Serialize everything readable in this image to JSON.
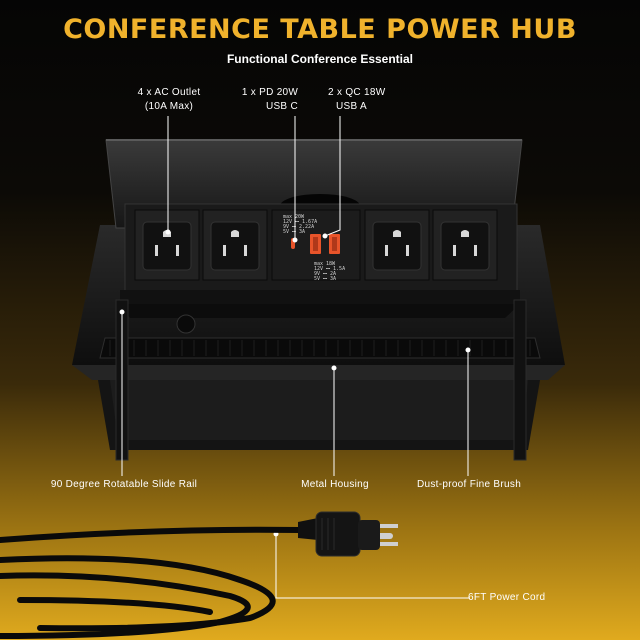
{
  "header": {
    "title": "CONFERENCE TABLE POWER HUB",
    "subtitle": "Functional Conference Essential"
  },
  "callouts": {
    "ac_outlet_line1": "4 x AC Outlet",
    "ac_outlet_line2": "(10A Max)",
    "pd_line1": "1 x PD 20W",
    "pd_line2": "USB C",
    "qc_line1": "2 x QC 18W",
    "qc_line2": "USB A",
    "slide_rail": "90 Degree Rotatable Slide Rail",
    "housing": "Metal Housing",
    "brush": "Dust-proof Fine Brush",
    "power_cord": "6FT Power Cord"
  },
  "usb_specs": {
    "pd": [
      "max 20W",
      "12V ⎓ 1.67A",
      "9V ⎓ 2.22A",
      "5V ⎓ 3A"
    ],
    "qc": [
      "max 18W",
      "12V ⎓ 1.5A",
      "9V ⎓ 2A",
      "5V ⎓ 3A"
    ]
  },
  "colors": {
    "accent": "#f0b22c",
    "usb_port": "#e8542a",
    "body": "#1a1a1a"
  }
}
